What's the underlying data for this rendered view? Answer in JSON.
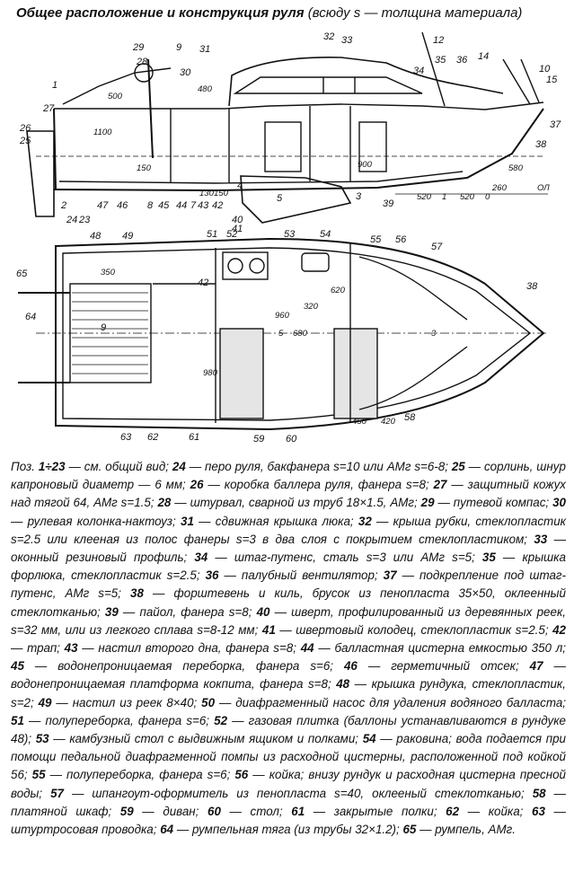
{
  "title": {
    "main": "Общее расположение и конструкция руля",
    "note": "(всюду s — толщина материала)"
  },
  "labels": {
    "side": [
      "1",
      "29",
      "28",
      "9",
      "30",
      "31",
      "32",
      "33",
      "12",
      "34",
      "35",
      "36",
      "14",
      "10",
      "15",
      "27",
      "26",
      "25",
      "2",
      "24",
      "23",
      "37",
      "38",
      "39",
      "40",
      "41",
      "42",
      "43",
      "44",
      "45",
      "46",
      "47",
      "7",
      "8",
      "3",
      "5",
      "4"
    ],
    "plan": [
      "48",
      "49",
      "51",
      "52",
      "53",
      "54",
      "55",
      "56",
      "57",
      "42",
      "65",
      "64",
      "9",
      "63",
      "62",
      "61",
      "60",
      "59",
      "58",
      "38"
    ],
    "dims": [
      "480",
      "500",
      "1100",
      "150",
      "130",
      "150",
      "900",
      "580",
      "260",
      "520",
      "520",
      "1",
      "0",
      "ОЛ",
      "350",
      "960",
      "680",
      "320",
      "620",
      "980",
      "450",
      "420",
      "5",
      "3"
    ]
  },
  "legend": {
    "intro": "Поз.",
    "items": [
      {
        "num": "1÷23",
        "text": "см. общий вид;"
      },
      {
        "num": "24",
        "text": "перо руля, бакфанера s=10 или АМг s=6-8;"
      },
      {
        "num": "25",
        "text": "сорлинь, шнур капроновый диаметр — 6 мм;"
      },
      {
        "num": "26",
        "text": "коробка баллера руля, фанера s=8;"
      },
      {
        "num": "27",
        "text": "защитный кожух над тягой 64, АМг s=1.5;"
      },
      {
        "num": "28",
        "text": "штурвал, сварной из труб 18×1.5, АМг;"
      },
      {
        "num": "29",
        "text": "путевой компас;"
      },
      {
        "num": "30",
        "text": "рулевая колонка-нактоуз;"
      },
      {
        "num": "31",
        "text": "сдвижная крышка люка;"
      },
      {
        "num": "32",
        "text": "крыша рубки, стеклопластик s=2.5 или клееная из полос фанеры s=3 в два слоя с покрытием стеклопластиком;"
      },
      {
        "num": "33",
        "text": "оконный резиновый профиль;"
      },
      {
        "num": "34",
        "text": "штаг-путенс, сталь s=3 или АМг s=5;"
      },
      {
        "num": "35",
        "text": "крышка форлюка, стеклопластик s=2.5;"
      },
      {
        "num": "36",
        "text": "палубный вентилятор;"
      },
      {
        "num": "37",
        "text": "подкрепление под штаг-путенс, АМг s=5;"
      },
      {
        "num": "38",
        "text": "форштевень и киль, брусок из пенопласта 35×50, оклеенный стеклотканью;"
      },
      {
        "num": "39",
        "text": "пайол, фанера s=8;"
      },
      {
        "num": "40",
        "text": "шверт, профилированный из деревянных реек, s=32 мм, или из легкого сплава s=8-12 мм;"
      },
      {
        "num": "41",
        "text": "швертовый колодец, стеклопластик s=2.5;"
      },
      {
        "num": "42",
        "text": "трап;"
      },
      {
        "num": "43",
        "text": "настил второго дна, фанера s=8;"
      },
      {
        "num": "44",
        "text": "балластная цистерна емкостью 350 л;"
      },
      {
        "num": "45",
        "text": "водонепроницаемая переборка, фанера s=6;"
      },
      {
        "num": "46",
        "text": "герметичный отсек;"
      },
      {
        "num": "47",
        "text": "водонепроницаемая платформа кокпита, фанера s=8;"
      },
      {
        "num": "48",
        "text": "крышка рундука, стеклопластик, s=2;"
      },
      {
        "num": "49",
        "text": "настил из реек 8×40;"
      },
      {
        "num": "50",
        "text": "диафрагменный насос для удаления водяного балласта;"
      },
      {
        "num": "51",
        "text": "полупереборка, фанера s=6;"
      },
      {
        "num": "52",
        "text": "газовая плитка (баллоны устанавливаются в рундуке 48);"
      },
      {
        "num": "53",
        "text": "камбузный стол с выдвижным ящиком и полками;"
      },
      {
        "num": "54",
        "text": "раковина; вода подается при помощи педальной диафрагменной помпы из расходной цистерны, расположенной под койкой 56;"
      },
      {
        "num": "55",
        "text": "полупереборка, фанера s=6;"
      },
      {
        "num": "56",
        "text": "койка; внизу рундук и расходная цистерна пресной воды;"
      },
      {
        "num": "57",
        "text": "шпангоут-оформитель из пенопласта s=40, оклееный стеклотканью;"
      },
      {
        "num": "58",
        "text": "платяной шкаф;"
      },
      {
        "num": "59",
        "text": "диван;"
      },
      {
        "num": "60",
        "text": "стол;"
      },
      {
        "num": "61",
        "text": "закрытые полки;"
      },
      {
        "num": "62",
        "text": "койка;"
      },
      {
        "num": "63",
        "text": "штуртросовая проводка;"
      },
      {
        "num": "64",
        "text": "румпельная тяга (из трубы 32×1.2);"
      },
      {
        "num": "65",
        "text": "румпель, АМг."
      }
    ]
  }
}
